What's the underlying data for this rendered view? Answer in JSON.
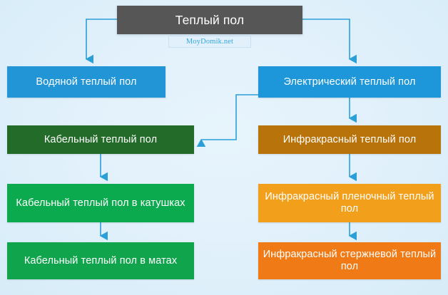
{
  "diagram": {
    "title": "Теплый пол",
    "type": "hierarchy-flowchart",
    "background_color": "#e2f1fb",
    "connector_color": "#2b9fd8",
    "watermark": "MoyDomik.net",
    "nodes": [
      {
        "id": "root",
        "label": "Теплый пол",
        "color": "#565656",
        "level": 0
      },
      {
        "id": "water",
        "label": "Водяной теплый пол",
        "color": "#2295d6",
        "level": 1
      },
      {
        "id": "electric",
        "label": "Электрический теплый пол",
        "color": "#1d97d9",
        "level": 1
      },
      {
        "id": "cable",
        "label": "Кабельный теплый пол",
        "color": "#226b28",
        "level": 2
      },
      {
        "id": "infrared",
        "label": "Инфракрасный теплый пол",
        "color": "#b9730b",
        "level": 2
      },
      {
        "id": "cable-coil",
        "label": "Кабельный теплый пол в катушках",
        "color": "#0caa4e",
        "level": 3
      },
      {
        "id": "infrared-film",
        "label": "Инфракрасный пленочный теплый пол",
        "color": "#f2a01c",
        "level": 3
      },
      {
        "id": "cable-mat",
        "label": "Кабельный теплый пол в матах",
        "color": "#10a44c",
        "level": 4
      },
      {
        "id": "infrared-rod",
        "label": "Инфракрасный стержневой теплый пол",
        "color": "#f07a16",
        "level": 4
      }
    ],
    "edges": [
      {
        "from": "root",
        "to": "water"
      },
      {
        "from": "root",
        "to": "electric"
      },
      {
        "from": "electric",
        "to": "cable"
      },
      {
        "from": "electric",
        "to": "infrared"
      },
      {
        "from": "cable",
        "to": "cable-coil"
      },
      {
        "from": "cable-coil",
        "to": "cable-mat"
      },
      {
        "from": "infrared",
        "to": "infrared-film"
      },
      {
        "from": "infrared-film",
        "to": "infrared-rod"
      }
    ]
  }
}
